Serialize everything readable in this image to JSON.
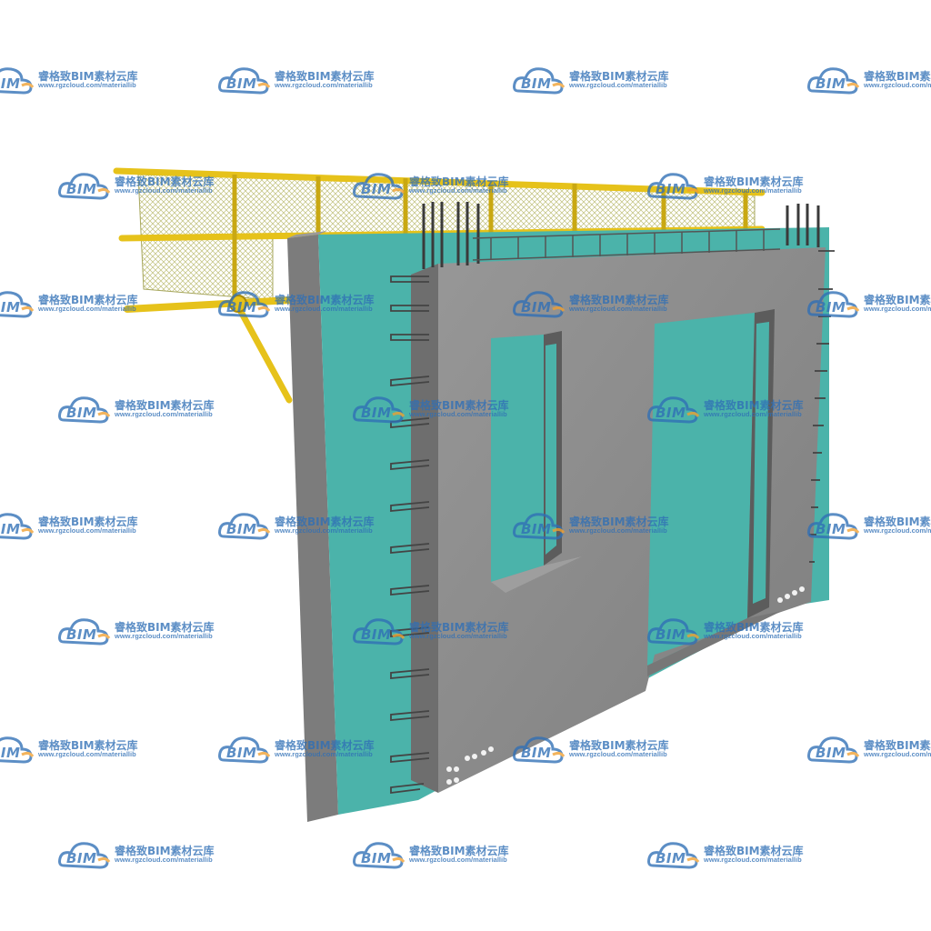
{
  "watermark": {
    "logo_text": "BIM",
    "brand_text": "睿格致BIM素材云库",
    "url_text": "www.rgzcloud.com/materiallib"
  },
  "colors": {
    "concrete": "#8c8c8c",
    "concrete_dark": "#6a6a6a",
    "insulation": "#4bb3aa",
    "guardrail": "#e6c21a",
    "mesh": "#c9c98a",
    "rebar": "#3a3a3a",
    "watermark_blue": "#2f6fb6",
    "watermark_orange": "#f0a030"
  },
  "icons": {
    "watermark_logo": "cloud-bim-icon"
  }
}
